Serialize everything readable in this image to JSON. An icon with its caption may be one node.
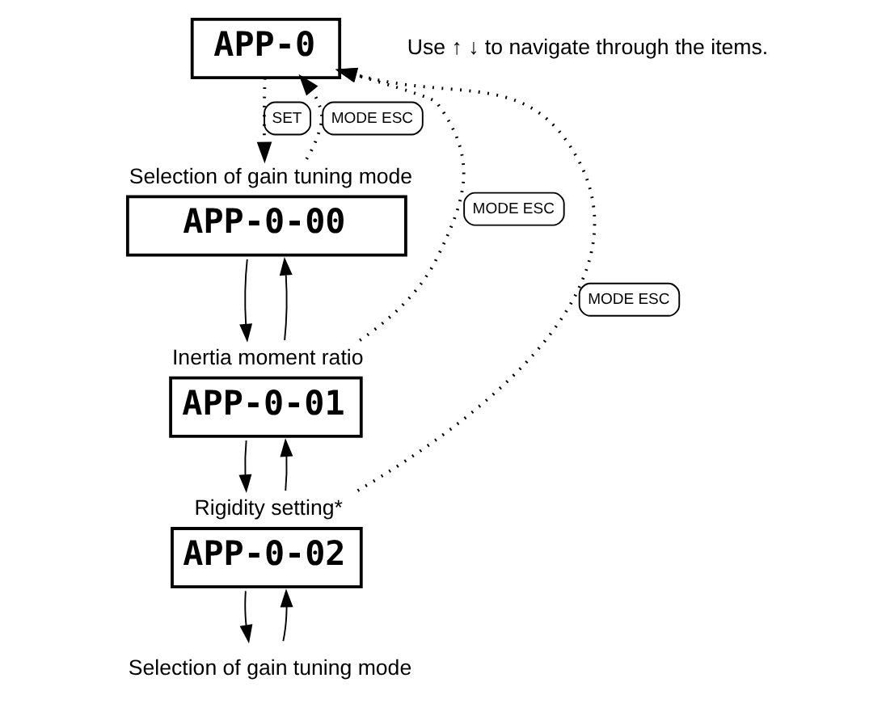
{
  "diagram": {
    "nodes": [
      {
        "text": [
          "APP-0"
        ]
      },
      {
        "text": [
          "Selection of gain tuning mode",
          "APP-0-00"
        ]
      },
      {
        "text": [
          "Inertia moment ratio",
          "APP-0-01"
        ]
      },
      {
        "text": [
          "Rigidity setting*",
          "APP-0-02"
        ]
      },
      {
        "text": [
          "Selection of gain tuning mode"
        ]
      }
    ],
    "edges": [
      {
        "from": 0,
        "to": 1,
        "arrow": "to",
        "style": "dashed",
        "label": "SET"
      },
      {
        "from": 1,
        "to": 0,
        "arrow": "to",
        "style": "dashed",
        "label": "MODE ESC"
      },
      {
        "from": 2,
        "to": 0,
        "arrow": "to",
        "style": "dashed",
        "label": "MODE ESC"
      },
      {
        "from": 3,
        "to": 0,
        "arrow": "to",
        "style": "dashed",
        "label": "MODE ESC"
      },
      {
        "from": 2,
        "to": 1,
        "arrow": "to"
      },
      {
        "from": 1,
        "to": 2,
        "arrow": "to"
      },
      {
        "from": 3,
        "to": 2,
        "arrow": "to"
      },
      {
        "from": 2,
        "to": 3,
        "arrow": "to"
      },
      {
        "from": 4,
        "to": 3,
        "arrow": "to"
      },
      {
        "from": 3,
        "to": 4,
        "arrow": "to"
      }
    ],
    "labels": [
      "Use ↑ ↓ to navigate through the items."
    ]
  }
}
